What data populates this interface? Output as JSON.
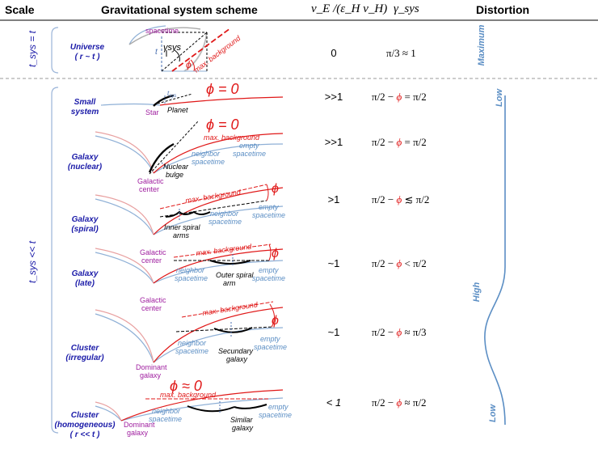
{
  "header": {
    "scale": "Scale",
    "scheme": "Gravitational system scheme",
    "ratio": "v_E /(ε_H v_H)",
    "gamma": "γ_sys",
    "distortion": "Distortion"
  },
  "left_brackets": {
    "top": "t_sys = t",
    "bottom": "t_sys << t"
  },
  "rows": [
    {
      "label_line1": "Universe",
      "label_line2": "( r ~ t )",
      "ratio": "0",
      "gamma_pre": "π/3 ≈ 1",
      "gamma_phi": "",
      "gamma_post": ""
    },
    {
      "label_line1": "Small",
      "label_line2": "system",
      "ratio": ">>1",
      "gamma_pre": "π/2 − ",
      "gamma_phi": "ϕ",
      "gamma_post": " = π/2"
    },
    {
      "label_line1": "Galaxy",
      "label_line2": "(nuclear)",
      "ratio": ">>1",
      "gamma_pre": "π/2 − ",
      "gamma_phi": "ϕ",
      "gamma_post": " = π/2"
    },
    {
      "label_line1": "Galaxy",
      "label_line2": "(spiral)",
      "ratio": ">1",
      "gamma_pre": "π/2 − ",
      "gamma_phi": "ϕ",
      "gamma_post": " ≲ π/2"
    },
    {
      "label_line1": "Galaxy",
      "label_line2": "(late)",
      "ratio": "~1",
      "gamma_pre": "π/2 − ",
      "gamma_phi": "ϕ",
      "gamma_post": " < π/2"
    },
    {
      "label_line1": "Cluster",
      "label_line2": "(irregular)",
      "ratio": "~1",
      "gamma_pre": "π/2 − ",
      "gamma_phi": "ϕ",
      "gamma_post": " ≈ π/3"
    },
    {
      "label_line1": "Cluster",
      "label_line2": "(homogeneous)",
      "label_line3": "( r << t )",
      "ratio": "< 1",
      "gamma_pre": "π/2 − ",
      "gamma_phi": "ϕ",
      "gamma_post": " ≈ π/2"
    }
  ],
  "distortion": {
    "maximum": "Maximum",
    "low_top": "Low",
    "high": "High",
    "low_bottom": "Low"
  },
  "scheme_labels": {
    "spacetime": "spacetime",
    "gamma_sys": "γsys",
    "t": "t",
    "phi": "ϕ",
    "max_background": "max. background",
    "phi_eq_0": "ϕ = 0",
    "phi_approx_0": "ϕ ≈ 0",
    "t_sys": "t",
    "t_sys_sub": "sys",
    "star": "Star",
    "planet": "Planet",
    "neighbor_spacetime_1": "neighbor",
    "neighbor_spacetime_2": "spacetime",
    "empty_spacetime_1": "empty",
    "empty_spacetime_2": "spacetime",
    "nuclear_bulge_1": "Nuclear",
    "nuclear_bulge_2": "bulge",
    "galactic_center_1": "Galactic",
    "galactic_center_2": "center",
    "inner_arms_1": "Inner spiral",
    "inner_arms_2": "arms",
    "outer_arm_1": "Outer spiral",
    "outer_arm_2": "arm",
    "dominant_galaxy_1": "Dominant",
    "dominant_galaxy_2": "galaxy",
    "secundary_galaxy_1": "Secundary",
    "secundary_galaxy_2": "galaxy",
    "similar_galaxy_1": "Similar",
    "similar_galaxy_2": "galaxy"
  },
  "colors": {
    "red": "#e01818",
    "blue_curve": "#8fb0d6",
    "label_blue": "#1a1aa8",
    "purple": "#a020a0",
    "distortion_blue": "#5b8ec4"
  }
}
